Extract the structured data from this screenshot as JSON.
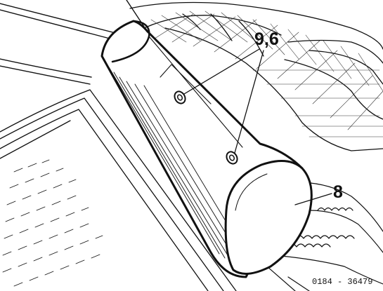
{
  "callouts": {
    "fastener_label": "9,6",
    "end_cap_label": "8"
  },
  "figure_reference": "0184 - 36479",
  "colors": {
    "ink": "#111111",
    "paper": "#ffffff"
  }
}
